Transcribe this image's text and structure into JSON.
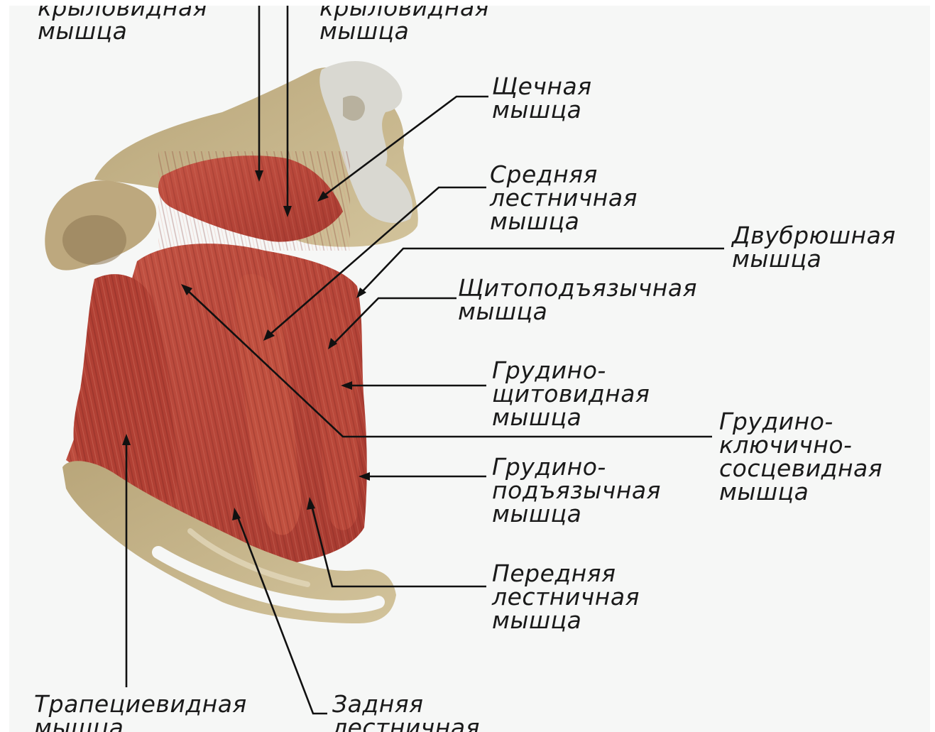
{
  "labels": {
    "pterygoid_left": [
      "крыловидная",
      "мышца"
    ],
    "pterygoid_right": [
      "крыловидная",
      "мышца"
    ],
    "buccal": [
      "Щечная",
      "мышца"
    ],
    "middle_scalene": [
      "Средняя",
      "лестничная",
      "мышца"
    ],
    "digastric": [
      "Двубрюшная",
      "мышца"
    ],
    "thyrohyoid": [
      "Щитоподъязычная",
      "мышца"
    ],
    "sternothyroid": [
      "Грудино-",
      "щитовидная",
      "мышца"
    ],
    "sternocleidomastoid": [
      "Грудино-",
      "ключично-",
      "сосцевидная",
      "мышца"
    ],
    "sternohyoid": [
      "Грудино-",
      "подъязычная",
      "мышца"
    ],
    "anterior_scalene": [
      "Передняя",
      "лестничная",
      "мышца"
    ],
    "trapezius": [
      "Трапециевидная",
      "мышца"
    ],
    "posterior_scalene": [
      "Задняя",
      "лестничная"
    ]
  },
  "colors": {
    "muscle": "#b8473a",
    "muscle_dark": "#8a2a22",
    "bone": "#c9b48a",
    "cartilage": "#d7d6cf",
    "leader": "#111111",
    "text": "#1a1a1a"
  }
}
